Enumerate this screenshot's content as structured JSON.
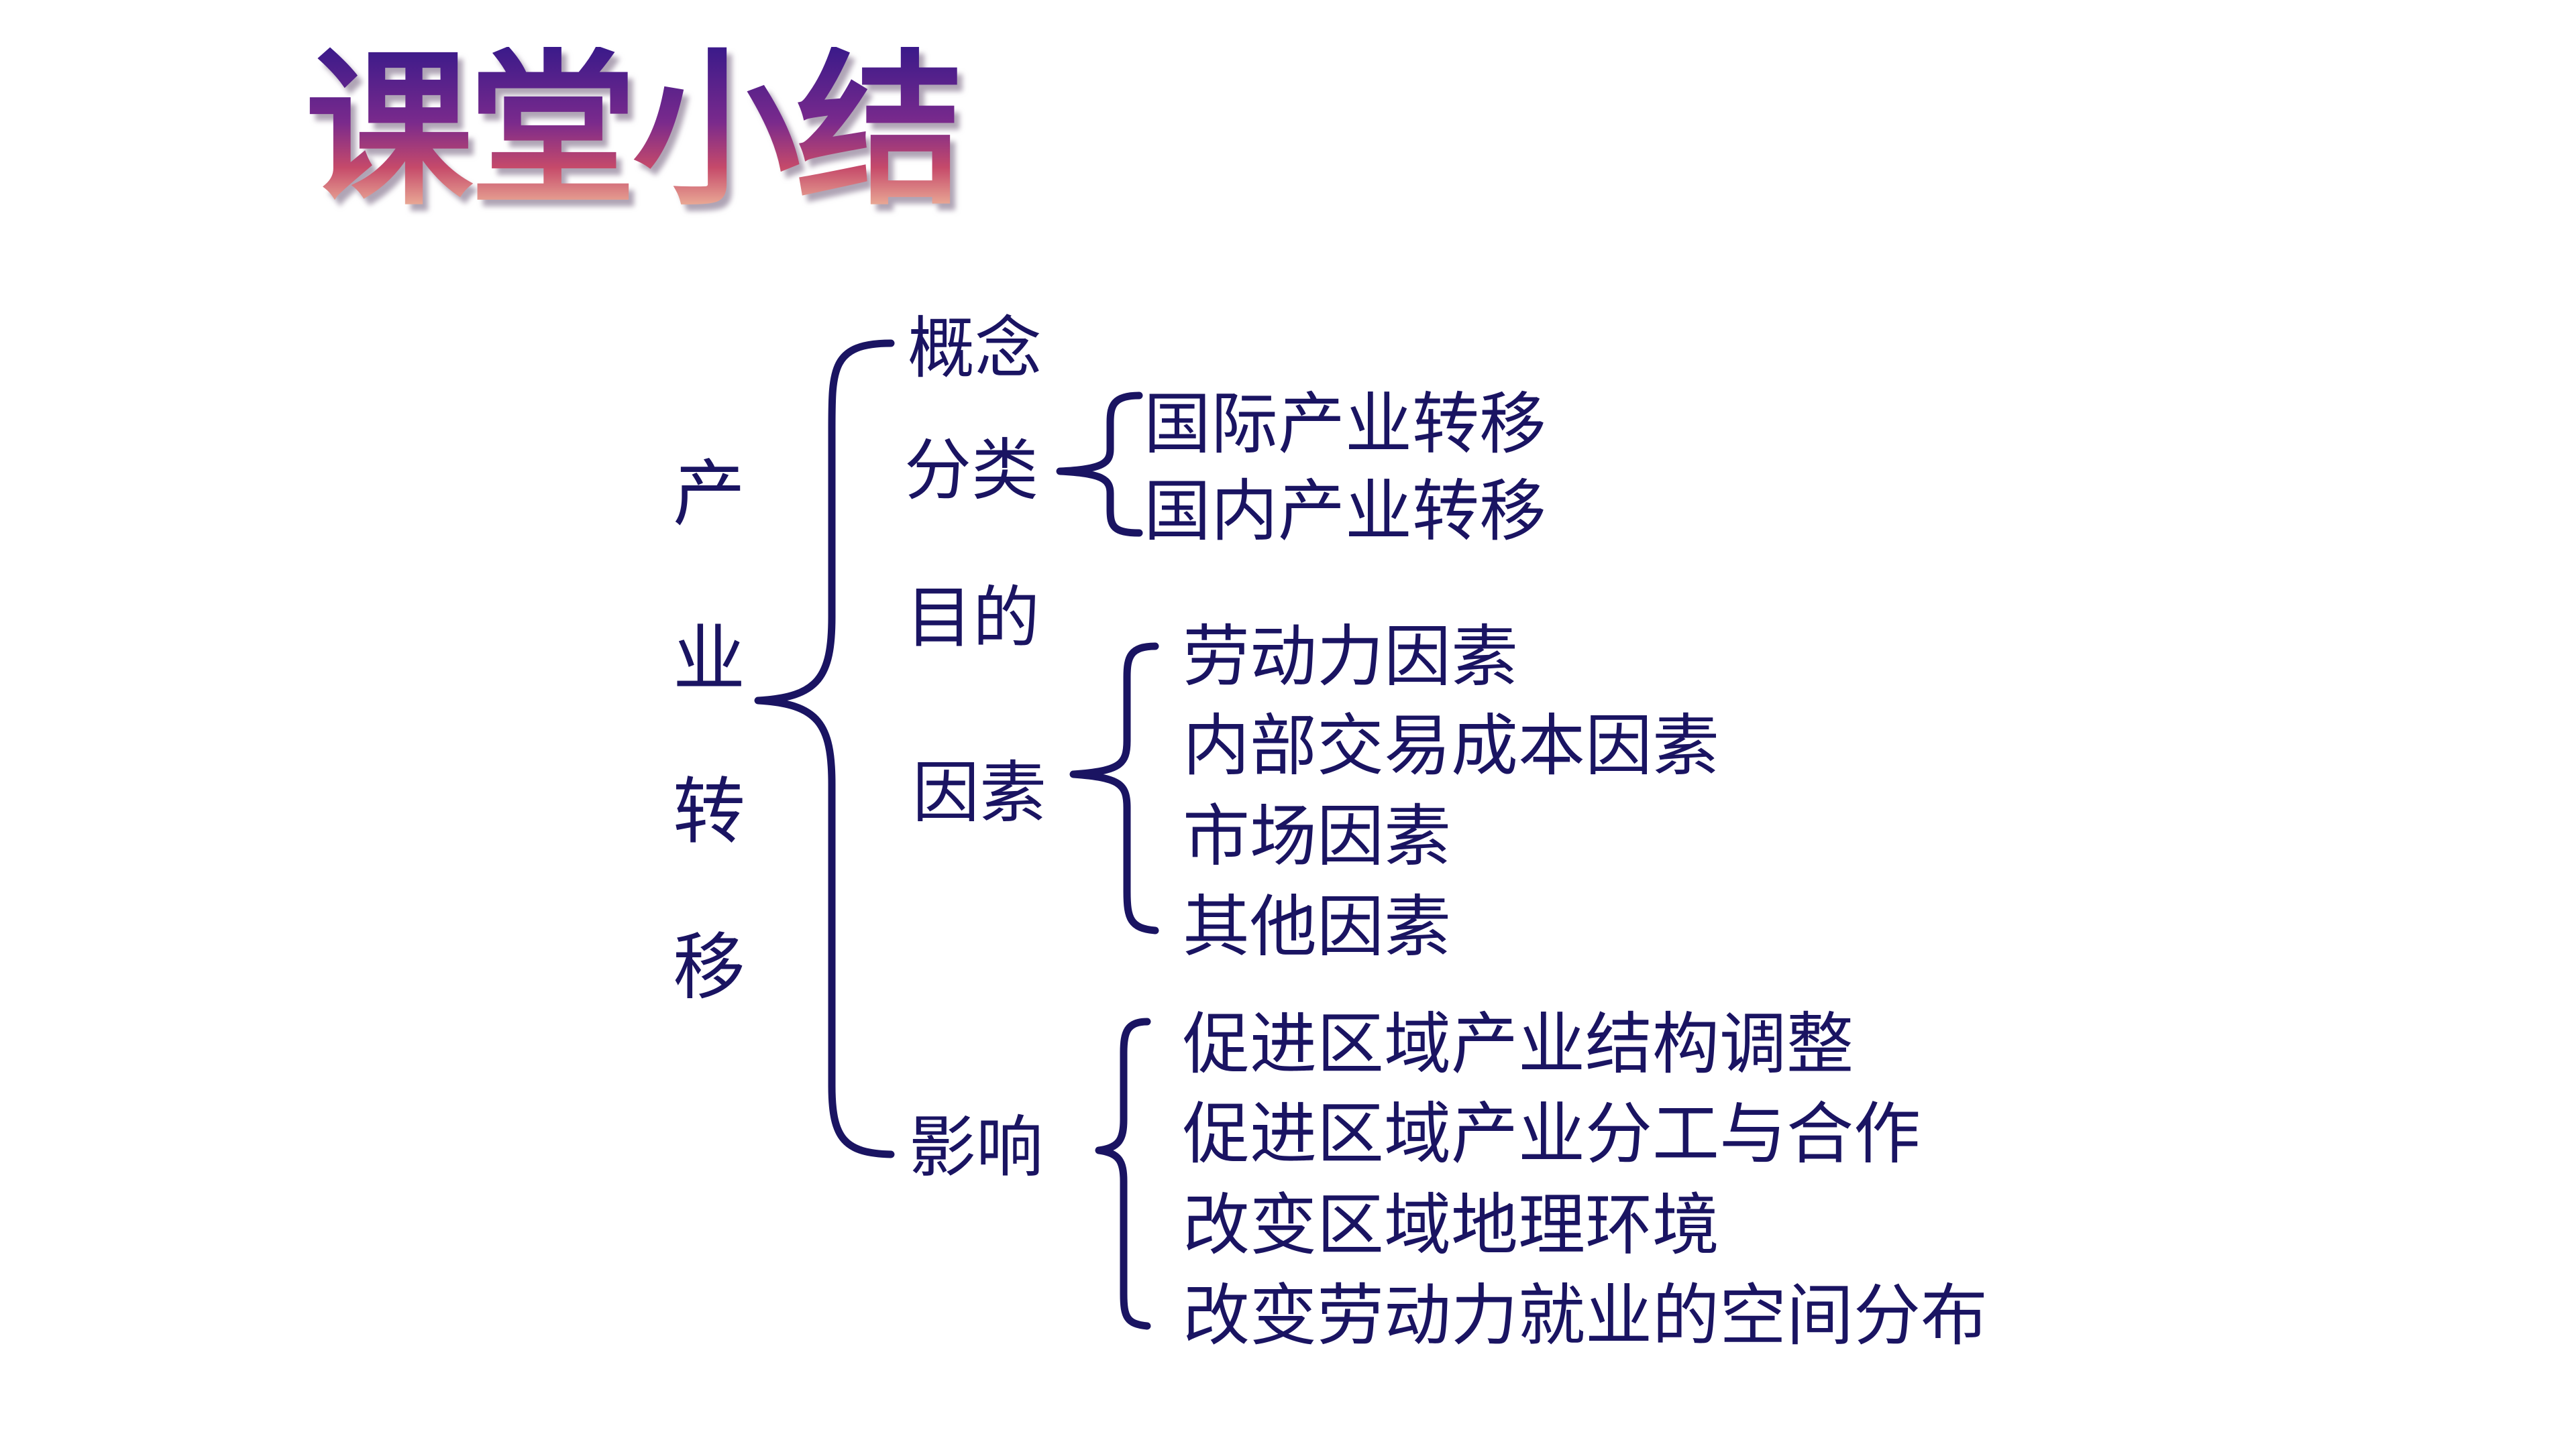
{
  "title": "课堂小结",
  "root": [
    "产",
    "业",
    "转",
    "移"
  ],
  "branches": {
    "concept": "概念",
    "classification": {
      "label": "分类",
      "items": [
        "国际产业转移",
        "国内产业转移"
      ]
    },
    "purpose": "目的",
    "factors": {
      "label": "因素",
      "items": [
        "劳动力因素",
        "内部交易成本因素",
        "市场因素",
        "其他因素"
      ]
    },
    "impacts": {
      "label": "影响",
      "items": [
        "促进区域产业结构调整",
        "促进区域产业分工与合作",
        "改变区域地理环境",
        "改变劳动力就业的空间分布"
      ]
    }
  },
  "colors": {
    "text": "#1a1462",
    "background": "#ffffff"
  }
}
